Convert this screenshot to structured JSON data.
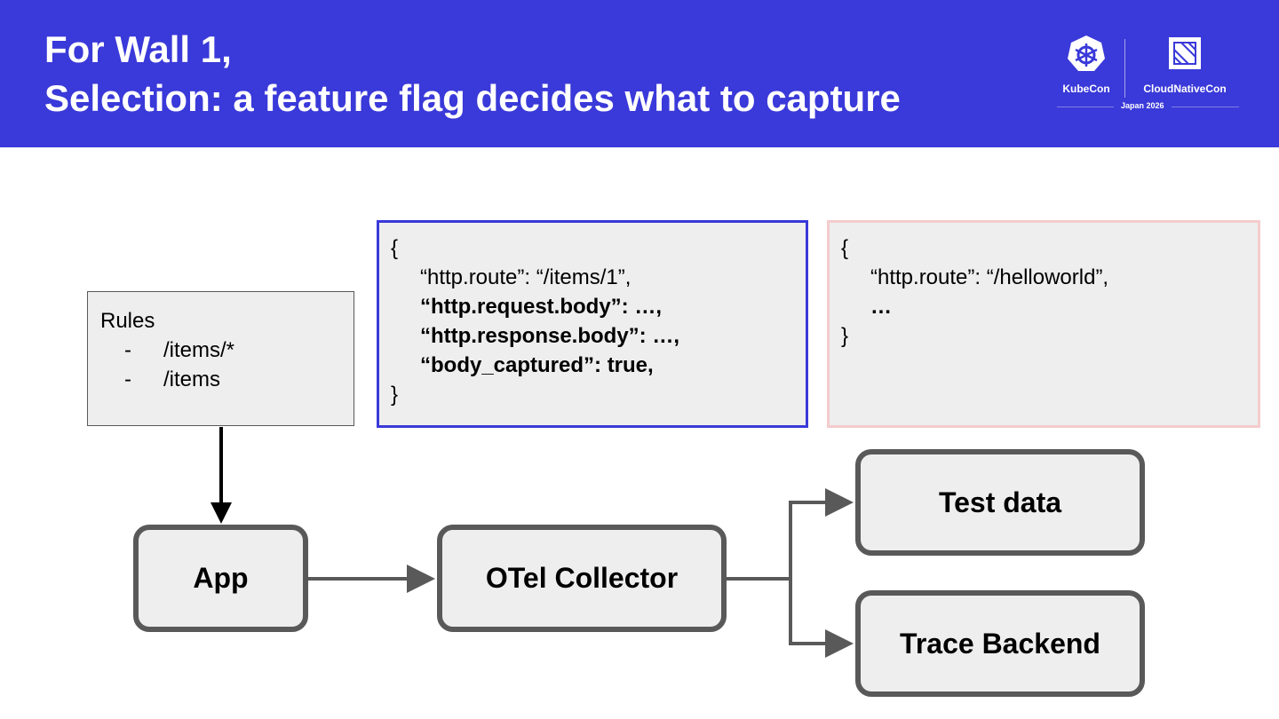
{
  "header": {
    "title_line1": "For Wall 1,",
    "title_line2": "Selection: a feature flag decides what to capture",
    "background_color": "#3a39d9"
  },
  "logo": {
    "left_text": "KubeCon",
    "right_text": "CloudNativeCon",
    "event": "Japan 2026"
  },
  "rules": {
    "title": "Rules",
    "items": [
      {
        "bullet": "-",
        "text": "/items/*"
      },
      {
        "bullet": "-",
        "text": "/items"
      }
    ]
  },
  "json_captured": {
    "open": "{",
    "line1": "“http.route”: “/items/1”,",
    "line2": "“http.request.body”: …,",
    "line3": "“http.response.body”: …,",
    "line4": "“body_captured”: true,",
    "close": "}",
    "border_color": "#3a39d9"
  },
  "json_plain": {
    "open": "{",
    "line1": "“http.route”: “/helloworld”,",
    "line2": "…",
    "close": "}",
    "border_color": "#f4cccc"
  },
  "nodes": {
    "app": "App",
    "otel": "OTel Collector",
    "test": "Test data",
    "trace": "Trace Backend"
  }
}
